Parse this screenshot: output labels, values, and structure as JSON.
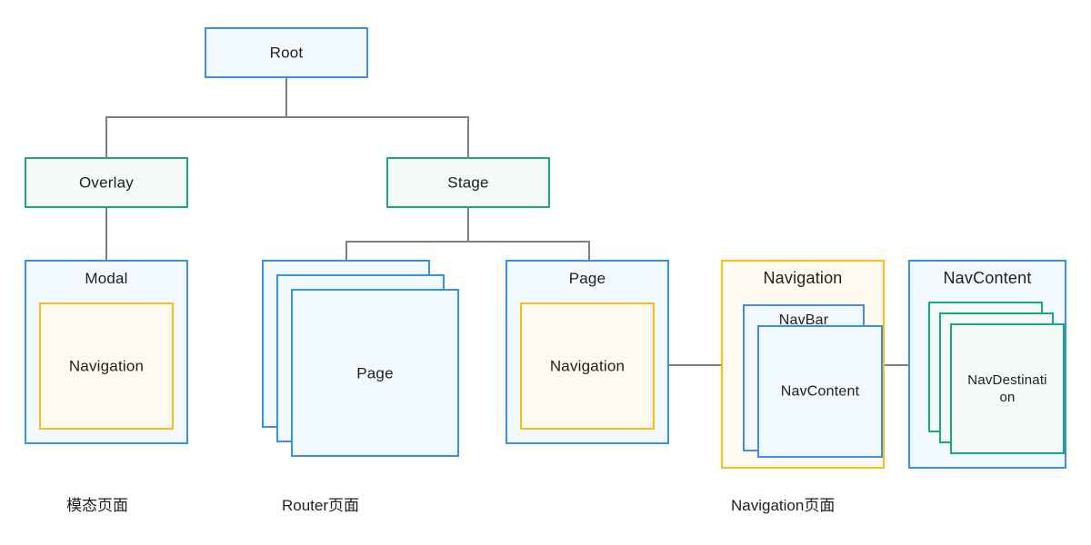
{
  "diagram": {
    "title": "",
    "colors": {
      "blue_border": "#3f8fe0",
      "blue_fill": "#f1f8fe",
      "teal_border": "#1aa97e",
      "teal_fill": "#f4faf6",
      "orange_border": "#fdbb18",
      "orange_fill": "#fefaef",
      "connector": "#808080",
      "text": "#1f1f1f",
      "background": "#ffffff"
    },
    "nodes": {
      "root": "Root",
      "overlay": "Overlay",
      "stage": "Stage",
      "modal": "Modal",
      "modal_navigation": "Navigation",
      "router_page_stack": "Page",
      "page": "Page",
      "page_navigation": "Navigation",
      "navigation_group": "Navigation",
      "navbar": "NavBar",
      "nav_content_inner": "NavContent",
      "navcontent_group": "NavContent",
      "nav_destination": "NavDestinati\non"
    },
    "captions": {
      "modal_page": "模态页面",
      "router_page": "Router页面",
      "navigation_page": "Navigation页面"
    },
    "stack_counts": {
      "router_pages": 3,
      "nav_destinations": 3
    }
  }
}
